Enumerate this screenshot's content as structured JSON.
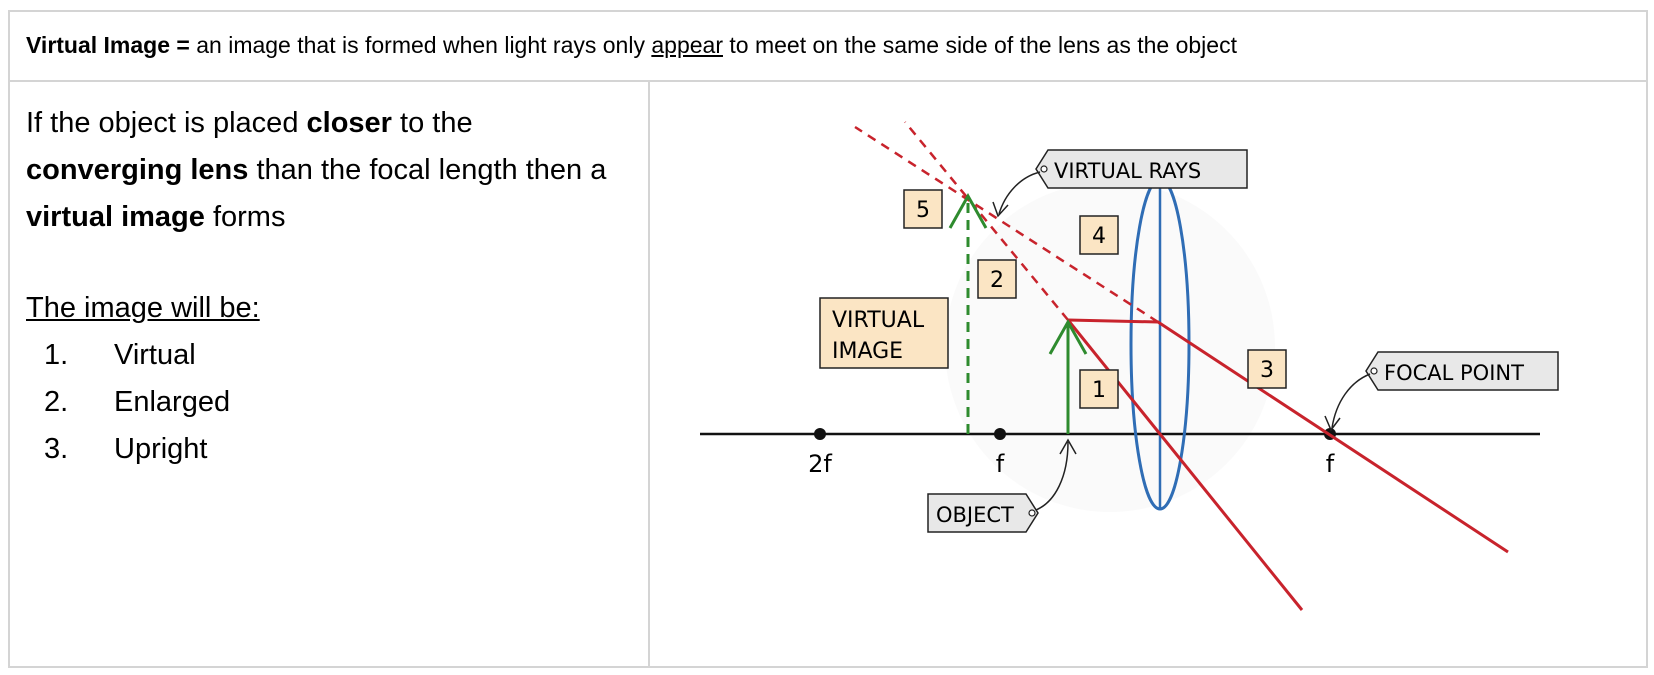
{
  "header": {
    "term": "Virtual Image =",
    "definition_pre": "an image that is formed when light rays only",
    "definition_underlined": "appear",
    "definition_post": "to meet on the same side of the lens as the object"
  },
  "intro": {
    "t1": "If the object is placed",
    "b1": "closer",
    "t2": "to the",
    "b2": "converging lens",
    "t3": "than the focal length then a",
    "b3": "virtual image",
    "t4": "forms"
  },
  "properties": {
    "title": "The image will be:",
    "items": [
      {
        "num": "1.",
        "text": "Virtual"
      },
      {
        "num": "2.",
        "text": "Enlarged"
      },
      {
        "num": "3.",
        "text": "Upright"
      }
    ]
  },
  "diagram": {
    "labels": {
      "virtual_rays": "VIRTUAL  RAYS",
      "virtual_image_line1": "VIRTUAL",
      "virtual_image_line2": "IMAGE",
      "focal_point": "FOCAL  POINT",
      "object": "OBJECT"
    },
    "axis_points": {
      "two_f": "2f",
      "f_left": "f",
      "f_right": "f"
    },
    "steps": [
      "1",
      "2",
      "3",
      "4",
      "5"
    ],
    "colors": {
      "ray": "#c8232c",
      "object_arrow": "#2e8b2e",
      "lens": "#2f6db5",
      "label_box": "#fbe5c4",
      "tag_box": "#e8e8e8"
    }
  }
}
